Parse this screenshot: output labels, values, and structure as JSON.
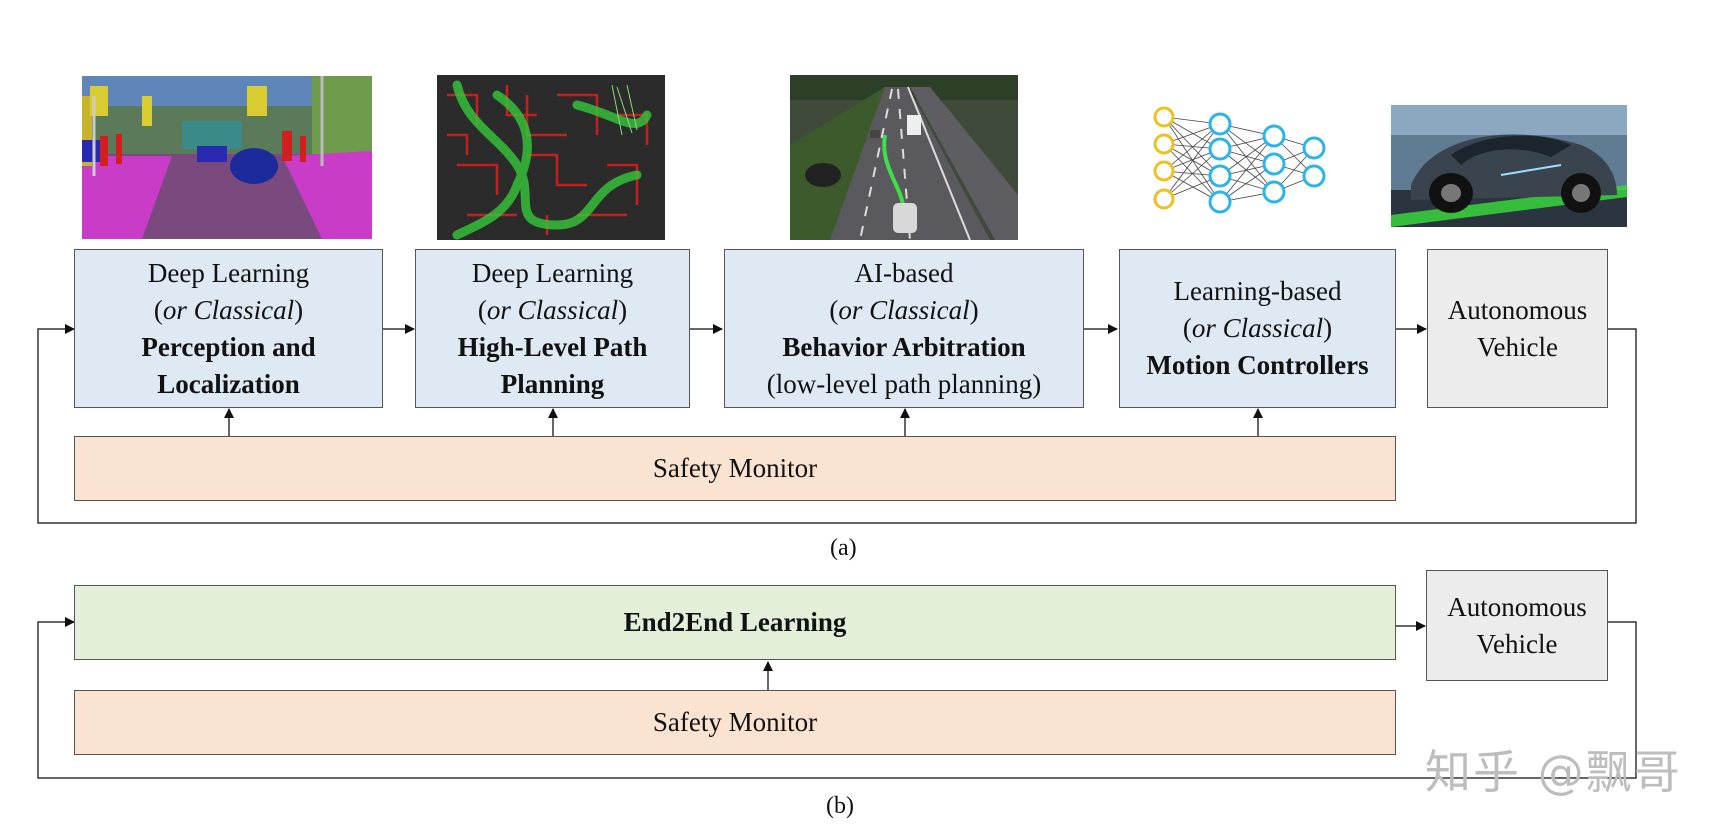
{
  "diagram_a": {
    "caption": "(a)",
    "boxes": [
      {
        "line1": "Deep Learning",
        "classical_open": "(",
        "classical_word": "or Classical",
        "classical_close": ")",
        "bold1": "Perception and",
        "bold2": "Localization"
      },
      {
        "line1": "Deep Learning",
        "classical_open": "(",
        "classical_word": "or Classical",
        "classical_close": ")",
        "bold1": "High-Level Path",
        "bold2": "Planning"
      },
      {
        "line1": "AI-based",
        "classical_open": "(",
        "classical_word": "or Classical",
        "classical_close": ")",
        "bold1": "Behavior Arbitration",
        "plain2": "(low-level path planning)"
      },
      {
        "line1": "Learning-based",
        "classical_open": "(",
        "classical_word": "or Classical",
        "classical_close": ")",
        "bold1": "Motion Controllers"
      }
    ],
    "vehicle": {
      "line1": "Autonomous",
      "line2": "Vehicle"
    },
    "safety_monitor": "Safety Monitor"
  },
  "diagram_b": {
    "caption": "(b)",
    "end2end": "End2End Learning",
    "vehicle": {
      "line1": "Autonomous",
      "line2": "Vehicle"
    },
    "safety_monitor": "Safety Monitor"
  },
  "watermark": "知乎 @飘哥",
  "colors": {
    "box_blue": "#dfe9f4",
    "box_gray": "#ececec",
    "box_peach": "#fbe3d2",
    "box_green": "#e3efd9",
    "nn_input": "#f0c020",
    "nn_hidden": "#2bb4e6",
    "segmentation_magenta": "#c83cc8"
  },
  "icons": [
    "semantic-segmentation-image",
    "path-planning-image",
    "highway-image",
    "neural-network-icon",
    "autonomous-car-image"
  ]
}
